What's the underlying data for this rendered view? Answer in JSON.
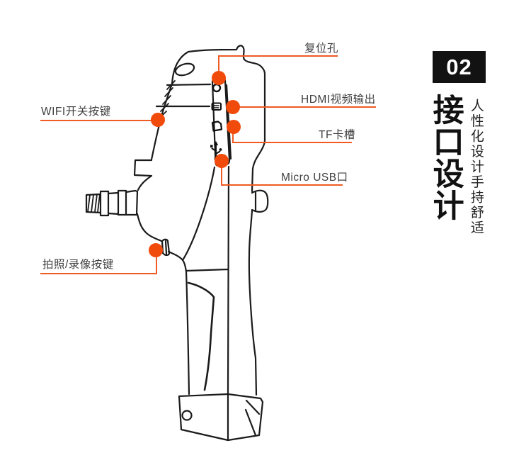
{
  "page": {
    "background": "#ffffff"
  },
  "colors": {
    "accent_line": "#EF5B22",
    "accent_dot": "#F14B0B",
    "device_ink": "#1b1b1b",
    "label_text": "#3f3f3f",
    "badge_bg": "#121212",
    "badge_text": "#ffffff"
  },
  "callouts": {
    "reset": {
      "label": "复位孔"
    },
    "hdmi": {
      "label": "HDMI视频输出"
    },
    "tf": {
      "label": "TF卡槽"
    },
    "usb": {
      "label": "Micro USB口"
    },
    "wifi": {
      "label": "WIFI开关按键"
    },
    "capture": {
      "label": "拍照/录像按键"
    }
  },
  "section": {
    "badge": "02",
    "title": "接口设计",
    "subtitle": "人性化设计手持舒适"
  },
  "icons": {
    "panel_icons": [
      "reset-hole-icon",
      "hdmi-port-icon",
      "tf-card-slot-icon",
      "micro-usb-icon"
    ]
  }
}
